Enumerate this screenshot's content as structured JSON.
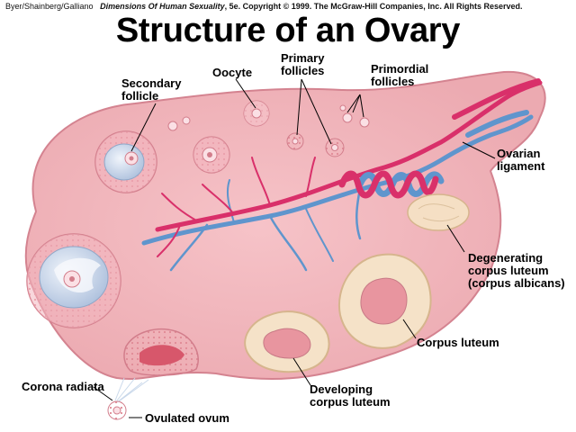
{
  "credit": {
    "authors": "Byer/Shainberg/Galliano",
    "book": "Dimensions Of Human Sexuality",
    "rest": ", 5e. Copyright © 1999. The McGraw-Hill Companies, Inc. All Rights Reserved."
  },
  "title": "Structure of an Ovary",
  "labels": {
    "secondary_follicle": [
      "Secondary",
      "follicle"
    ],
    "oocyte": "Oocyte",
    "primary_follicles": [
      "Primary",
      "follicles"
    ],
    "primordial_follicles": [
      "Primordial",
      "follicles"
    ],
    "ovarian_ligament": [
      "Ovarian",
      "ligament"
    ],
    "degenerating": [
      "Degenerating",
      "corpus luteum",
      "(corpus albicans)"
    ],
    "corpus_luteum": "Corpus luteum",
    "developing": [
      "Developing",
      "corpus luteum"
    ],
    "corona_radiata": "Corona radiata",
    "ovulated_ovum": "Ovulated ovum"
  }
}
